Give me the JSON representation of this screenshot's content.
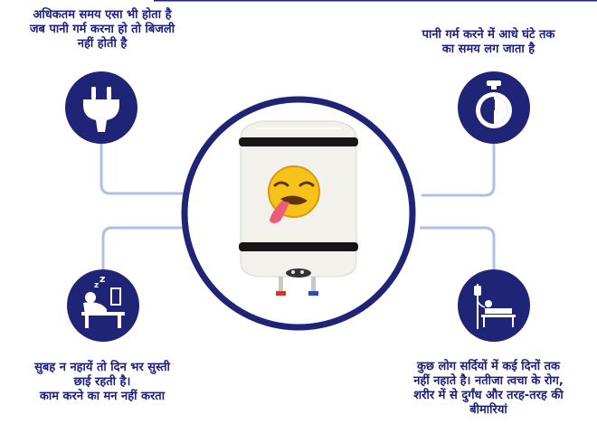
{
  "colors": {
    "navy": "#1f2477",
    "connector": "#aebfe8",
    "accent_light": "#5ec6f0",
    "white": "#ffffff"
  },
  "panels": [
    {
      "position": "top-left",
      "icon": "plug-icon",
      "lines": [
        "अधिकतम समय एसा भी होता है",
        "जब पानी गर्म करना हो तो बिजली",
        "नहीं होती है"
      ]
    },
    {
      "position": "top-right",
      "icon": "stopwatch-icon",
      "lines": [
        "पानी गर्म करने में आधे घंटे तक",
        "का समय लग जाता है"
      ]
    },
    {
      "position": "bottom-left",
      "icon": "tired-person-icon",
      "lines": [
        "सुबह न नहायें तो दिन भर सुस्ती",
        "छाई रहती है।",
        "काम करने का मन नहीं करता"
      ]
    },
    {
      "position": "bottom-right",
      "icon": "hospital-bed-icon",
      "lines": [
        "कुछ लोग सर्दियों में कई दिनों तक",
        "नहीं नहाते है। नतीजा त्वचा के रोग,",
        "शरीर में से दुर्गंध और तरह-तरह की",
        "बीमारियां"
      ]
    }
  ],
  "center": {
    "icon": "water-heater-icon",
    "emoji": "disgusted-face-emoji"
  }
}
